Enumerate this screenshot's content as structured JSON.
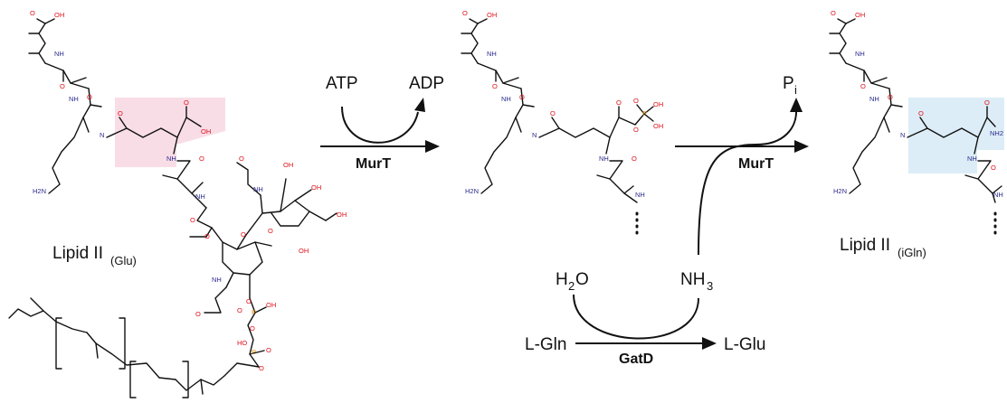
{
  "labels": {
    "lipid_glu": "Lipid II",
    "lipid_glu_sub": "(Glu)",
    "lipid_igln": "Lipid II",
    "lipid_igln_sub": "(iGln)",
    "atp": "ATP",
    "adp": "ADP",
    "murt_1": "MurT",
    "murt_2": "MurT",
    "pi": "P",
    "pi_sub": "i",
    "h2o_h": "H",
    "h2o_sub": "2",
    "h2o_o": "O",
    "nh3": "NH",
    "nh3_sub": "3",
    "lgln": "L-Gln",
    "lglu": "L-Glu",
    "gatd": "GatD"
  },
  "atoms": {
    "oh": "OH",
    "o": "O",
    "nh": "NH",
    "n": "N",
    "h": "H",
    "h2n": "H2N",
    "p": "P",
    "ho": "HO",
    "nh2": "NH2",
    "nh_short": "N",
    "ho_short": "HO"
  },
  "colors": {
    "oxygen": "#e0101a",
    "nitrogen": "#2a2a8c",
    "phosphorus": "#d98a00",
    "highlight_glu": "#f9dde6",
    "highlight_igln": "#dcedf7",
    "ink": "#111111"
  }
}
